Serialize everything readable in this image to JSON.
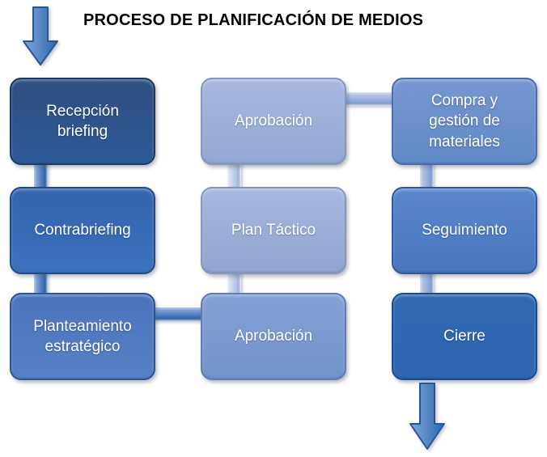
{
  "title": "PROCESO DE PLANIFICACIÓN DE MEDIOS",
  "diagram": {
    "type": "flowchart",
    "flow_order": [
      "Recepción briefing",
      "Contrabriefing",
      "Planteamiento estratégico",
      "Aprobación",
      "Plan Táctico",
      "Aprobación",
      "Compra y gestión de materiales",
      "Seguimiento",
      "Cierre"
    ],
    "nodes": [
      {
        "id": "recepcion-briefing",
        "label": "Recepción\nbriefing",
        "column": 1,
        "row": 1,
        "fill_top": "#2E4F80",
        "fill_bottom": "#2E5A99",
        "border": "#203A5F",
        "text_color": "#FFFFFF"
      },
      {
        "id": "contrabriefing",
        "label": "Contrabriefing",
        "column": 1,
        "row": 2,
        "fill_top": "#3263AC",
        "fill_bottom": "#3C71BE",
        "border": "#1F4C8A",
        "text_color": "#FFFFFF"
      },
      {
        "id": "planteamiento-estrategico",
        "label": "Planteamiento\nestratégico",
        "column": 1,
        "row": 3,
        "fill_top": "#4A75BC",
        "fill_bottom": "#5681C6",
        "border": "#2D5494",
        "text_color": "#FFFFFF"
      },
      {
        "id": "aprobacion-superior",
        "label": "Aprobación",
        "column": 2,
        "row": 1,
        "fill_top": "#A7B7DE",
        "fill_bottom": "#93A8D2",
        "border": "#8397C2",
        "text_color": "#FFFFFF"
      },
      {
        "id": "plan-tactico",
        "label": "Plan Táctico",
        "column": 2,
        "row": 2,
        "fill_top": "#A7B7DE",
        "fill_bottom": "#90A5D0",
        "border": "#8397C2",
        "text_color": "#FFFFFF"
      },
      {
        "id": "aprobacion-inferior",
        "label": "Aprobación",
        "column": 2,
        "row": 3,
        "fill_top": "#86A1D6",
        "fill_bottom": "#7193CC",
        "border": "#5F7DB4",
        "text_color": "#FFFFFF"
      },
      {
        "id": "compra-gestion-materiales",
        "label": "Compra y\ngestión de\nmateriales",
        "column": 3,
        "row": 1,
        "fill_top": "#7496CF",
        "fill_bottom": "#6189C6",
        "border": "#4A6EAC",
        "text_color": "#FFFFFF"
      },
      {
        "id": "seguimiento",
        "label": "Seguimiento",
        "column": 3,
        "row": 2,
        "fill_top": "#5A87CB",
        "fill_bottom": "#4877BE",
        "border": "#2F5AA0",
        "text_color": "#FFFFFF"
      },
      {
        "id": "cierre",
        "label": "Cierre",
        "column": 3,
        "row": 3,
        "fill_top": "#3168B0",
        "fill_bottom": "#2E66B4",
        "border": "#1D4B8C",
        "text_color": "#FFFFFF"
      }
    ],
    "connectors": [
      {
        "id": "col1-vertical",
        "orientation": "vertical",
        "edge": "#BDCDE9",
        "highlight": "#7FA3D6",
        "mid": "#4A79BE",
        "dark": "#35639F"
      },
      {
        "id": "col2-vertical",
        "orientation": "vertical",
        "edge": "#ECF0F8",
        "highlight": "#D3DCEF",
        "mid": "#BAC7E4",
        "dark": "#A4B4DA"
      },
      {
        "id": "col3-vertical",
        "orientation": "vertical",
        "edge": "#DCE4F2",
        "highlight": "#B3C4E3",
        "mid": "#94ACD8",
        "dark": "#7E9BCE"
      },
      {
        "id": "row1-horizontal",
        "orientation": "horizontal",
        "edge": "#DCE4F2",
        "highlight": "#B3C4E3",
        "mid": "#94ACD8",
        "dark": "#7E9BCE"
      },
      {
        "id": "row3-horizontal",
        "orientation": "horizontal",
        "edge": "#BDCDE9",
        "highlight": "#7FA3D6",
        "mid": "#4A79BE",
        "dark": "#35639F"
      }
    ],
    "arrow_style": {
      "fill_light": "#7FA8DC",
      "fill_dark": "#2F67AE",
      "border": "#2A5694"
    },
    "start_arrow": {
      "id": "flow-start-arrow",
      "direction": "down"
    },
    "end_arrow": {
      "id": "flow-end-arrow",
      "direction": "down"
    }
  }
}
